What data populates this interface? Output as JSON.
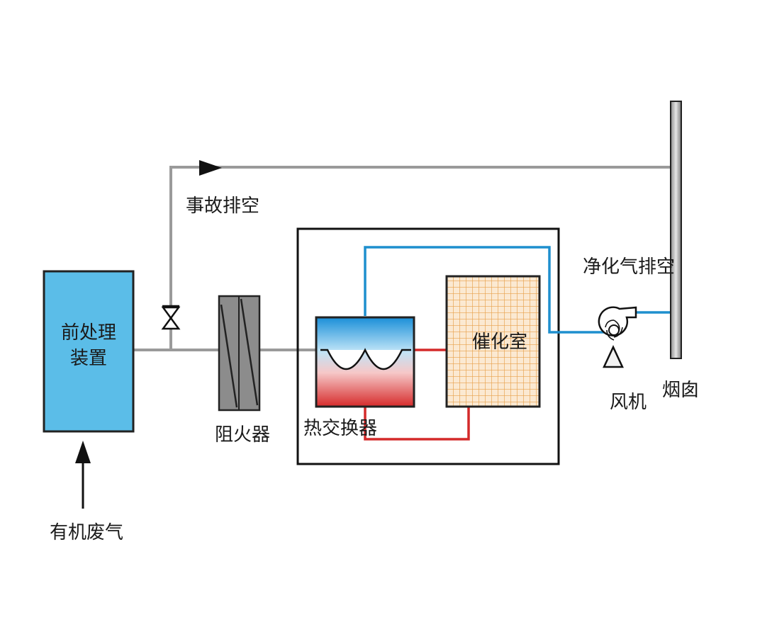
{
  "labels": {
    "pretreatment_line1": "前处理",
    "pretreatment_line2": "装置",
    "emergency_vent": "事故排空",
    "flame_arrester": "阻火器",
    "heat_exchanger": "热交换器",
    "catalytic_chamber": "催化室",
    "purified_gas_vent": "净化气排空",
    "fan": "风机",
    "chimney": "烟囱",
    "organic_waste_gas": "有机废气"
  },
  "colors": {
    "pipe_gray": "#9a9a9a",
    "pipe_blue": "#1e8fce",
    "pipe_red": "#d42a2a",
    "pretreatment_fill": "#5bbde8",
    "catalyst_grid": "#e8a04a",
    "catalyst_bg": "#fbe9d2",
    "arrester_fill": "#8c8c8c"
  },
  "icons": {
    "valve": "valve-icon",
    "fan": "centrifugal-fan-icon",
    "arrow": "flow-arrow-icon"
  }
}
